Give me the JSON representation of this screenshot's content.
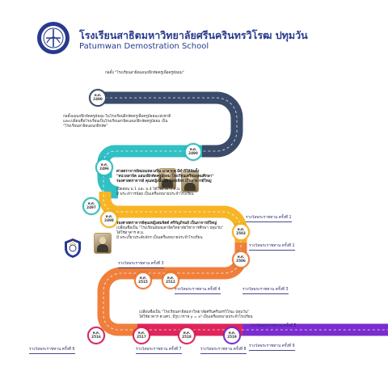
{
  "header": {
    "school_name_th": "โรงเรียนสาธิตมหาวิทยาลัยศรีนครินทรวิโรฒ ปทุมวัน",
    "school_name_en": "Patumwan Demostration School"
  },
  "colors": {
    "navy": "#3a4c6a",
    "teal": "#31c0c4",
    "gold": "#f7b526",
    "orange": "#f07f3c",
    "crimson": "#e0245c",
    "purple": "#7b2ccf",
    "header_blue": "#283a8e"
  },
  "timeline": {
    "badges": [
      {
        "era": "พ.ศ.",
        "year": "2490"
      },
      {
        "era": "พ.ศ.",
        "year": "2490"
      },
      {
        "era": "พ.ศ.",
        "year": "2496"
      },
      {
        "era": "พ.ศ.",
        "year": "2497"
      },
      {
        "era": "พ.ศ.",
        "year": "2498"
      },
      {
        "era": "พ.ศ.",
        "year": "2503"
      },
      {
        "era": "พ.ศ.",
        "year": "2506"
      },
      {
        "era": "พ.ศ.",
        "year": "2512"
      },
      {
        "era": "พ.ศ.",
        "year": "2515"
      },
      {
        "era": "พ.ศ.",
        "year": "2516"
      },
      {
        "era": "พ.ศ.",
        "year": "2517"
      },
      {
        "era": "พ.ศ.",
        "year": "2518"
      },
      {
        "era": "พ.ศ.",
        "year": "2519"
      }
    ],
    "events": {
      "e1": "ก่อตั้ง \"โรงเรียนสาธิตแผนกฝึกหัดครูเพื่อครูมัธยม\"",
      "e2_line1": "ก่อตั้งแผนกฝึกหัดครูมัธยม ในโรงเรียนฝึกหัดครูเพื่อครูมัธยมแห่งชาติ",
      "e2_line2": "และเปลี่ยนชื่อโรงเรียนเป็นโรงเรียนสาธิตแผนกฝึกหัดครูมัธยม เป็น",
      "e2_line3": "\"โรงเรียนสาธิตแผนกฝึกหัด\"",
      "e3_line1": "ศาสตราจารย์หม่อมหลวงปิ่น มาลากุล มีดำริให้จัดตั้ง",
      "e3_line2": "\"หน่วยสาธิต แผนกฝึกหัดครูมัธยม โรงเรียนเตรียมอุดมศึกษา\"",
      "e3_line3": "รองศาสตราจารย์ คุณหญิงลิ้มลิปิ บุลยเจียร เป็นอาจารย์ใหญ่",
      "e4_line1": "เปิดสอน ม.1 และ ม.4 ได้ใช้อาคาร ศ.ม.",
      "e4_line2": "มี พระเจ้าวรน้อย เป็นเครื่องหมายประจำโรงเรียน",
      "e5_line1": "รองศาสตราจารย์คุณหญิงสมจิตต์ ศรีรัญภิรมย์ เป็นอาจารย์ใหญ่",
      "e5_line2": "เปลี่ยนชื่อเป็น \"โรงเรียนมัธยมสาธิตวิทยาลัยวิชาการศึกษา ปทุมวัน\"",
      "e5_line3": "ได้ใช้อาคาร ศ.ม.",
      "e5_line4": "มี พระเกี้ยวประดับจักร เป็นเครื่องหมายประจำโรงเรียน",
      "e6_line1": "เปลี่ยนชื่อเป็น \"โรงเรียนสาธิตมหาวิทยาลัยศรีนครินทรวิโรฒ ปทุมวัน\"",
      "e6_line2": "ได้ใช้อาคาร ศ.มศว. มีรูป กราฟ y = x² เป็นเครื่องหมายประจำโรงเรียน"
    },
    "reign_labels": {
      "r1": "รางวัลพระราชทาน ครั้งที่ 1",
      "r2": "รางวัลพระราชทาน ครั้งที่ 2",
      "r3": "รางวัลพระราชทาน ครั้งที่ 3",
      "r3b": "รางวัลพระราชทาน ครั้งที่ 3",
      "r4": "รางวัลพระราชทาน ครั้งที่ 4",
      "r5": "รางวัลพระราชทาน ครั้งที่ 5",
      "r6": "รางวัลพระราชทาน ครั้งที่ 6",
      "r7": "รางวัลพระราชทาน ครั้งที่ 7",
      "r8": "รางวัลพระราชทาน ครั้งที่ 8",
      "r9": "รางวัลพระราชทาน ครั้งที่ 9"
    },
    "icons": {
      "logo": "school-emblem-icon",
      "crest": "school-crest-icon",
      "portrait1": "portrait-icon",
      "portrait2": "portrait-icon"
    }
  }
}
